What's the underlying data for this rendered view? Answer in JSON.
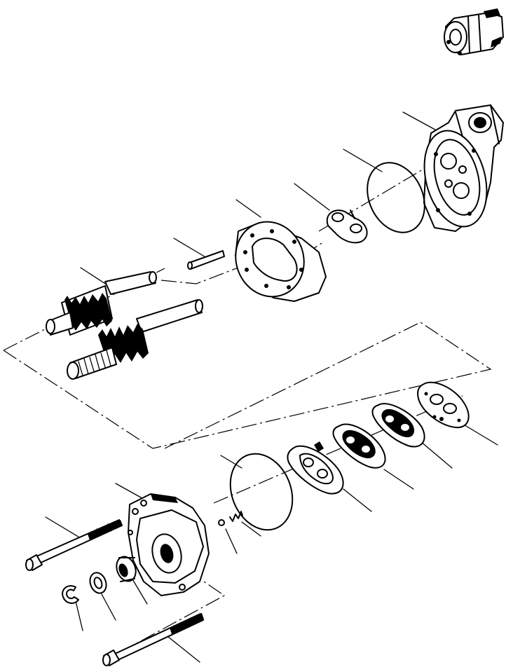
{
  "figure": {
    "ink_color": "#000000",
    "background_color": "#ffffff"
  },
  "parts": [
    {
      "id": "pump-assembly-thumbnail",
      "icon": "pump-assembly-icon"
    },
    {
      "id": "rear-housing",
      "icon": "rear-housing-icon"
    },
    {
      "id": "o-ring-upper",
      "icon": "o-ring-icon"
    },
    {
      "id": "wear-plate-seal-upper",
      "icon": "seal-icon"
    },
    {
      "id": "gear-housing",
      "icon": "gear-housing-icon"
    },
    {
      "id": "dowel-pin",
      "icon": "dowel-pin-icon"
    },
    {
      "id": "idler-gear-shaft",
      "icon": "gear-shaft-icon"
    },
    {
      "id": "drive-gear-shaft",
      "icon": "drive-shaft-icon"
    },
    {
      "id": "thrust-plate-lower",
      "icon": "thrust-plate-icon"
    },
    {
      "id": "gasket-1",
      "icon": "gasket-icon"
    },
    {
      "id": "gasket-2",
      "icon": "gasket-icon"
    },
    {
      "id": "wear-plate-lower",
      "icon": "wear-plate-icon"
    },
    {
      "id": "o-ring-lower",
      "icon": "o-ring-icon"
    },
    {
      "id": "check-ball-spring",
      "icon": "spring-icon"
    },
    {
      "id": "front-cover",
      "icon": "front-cover-icon"
    },
    {
      "id": "bolt-upper",
      "icon": "bolt-icon"
    },
    {
      "id": "bolt-lower",
      "icon": "bolt-icon"
    },
    {
      "id": "shaft-seal",
      "icon": "shaft-seal-icon"
    },
    {
      "id": "washer",
      "icon": "washer-icon"
    },
    {
      "id": "snap-ring",
      "icon": "snap-ring-icon"
    }
  ]
}
